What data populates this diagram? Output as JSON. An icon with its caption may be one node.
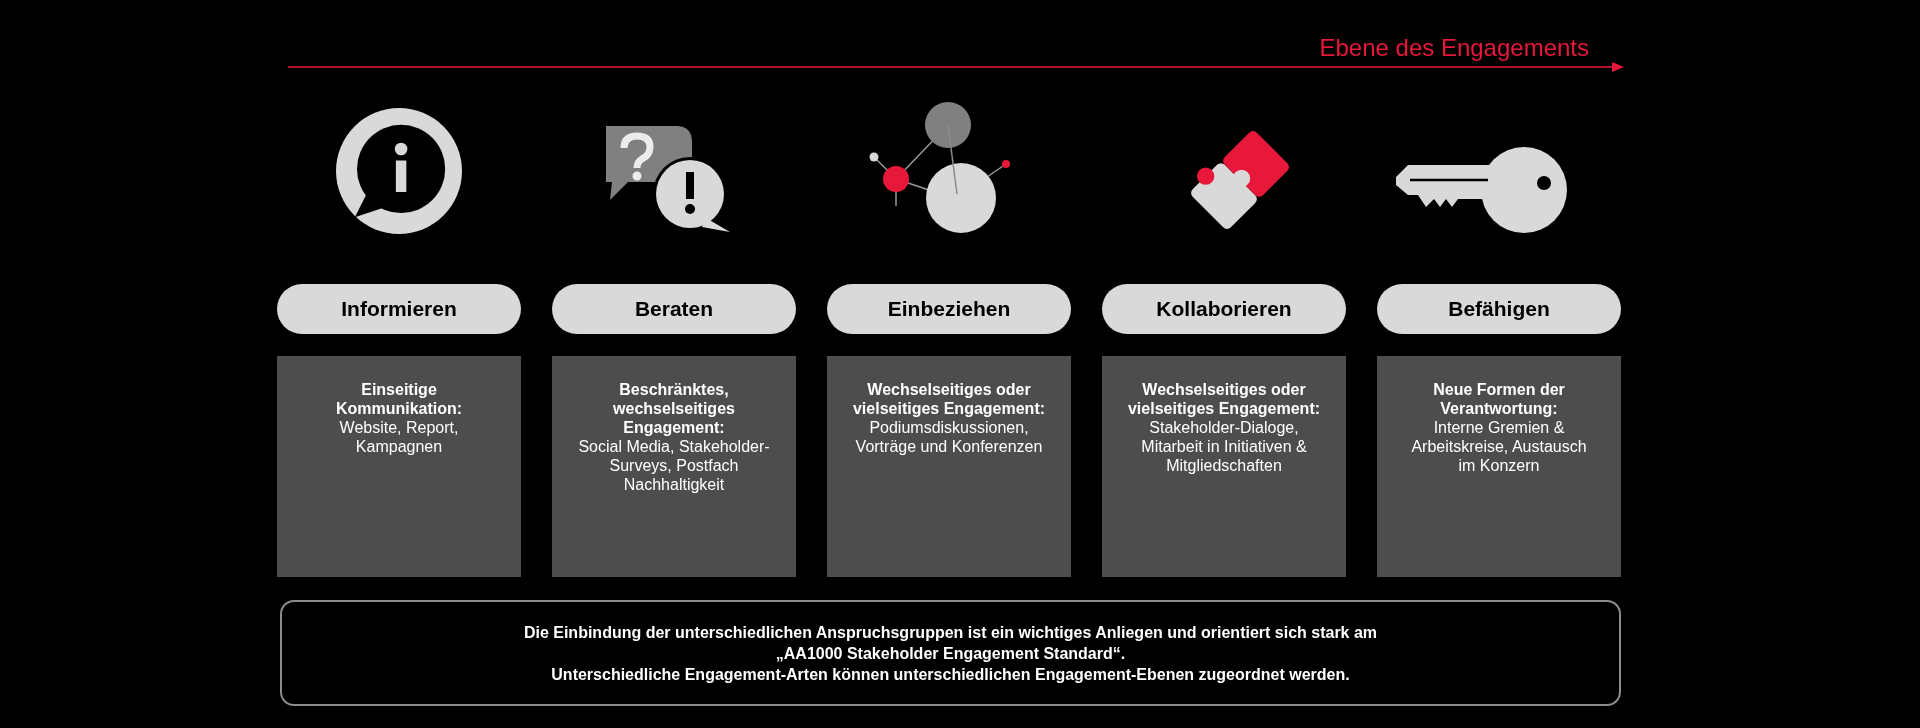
{
  "diagram": {
    "nodes": [
      {
        "text": [
          "Informieren"
        ]
      },
      {
        "text": [
          "Beraten"
        ]
      },
      {
        "text": [
          "Einbeziehen"
        ]
      },
      {
        "text": [
          "Kollaborieren"
        ]
      },
      {
        "text": [
          "Befähigen"
        ]
      },
      {
        "text": [
          "Einseitige Kommunikation:",
          "Website, Report, Kampagnen"
        ]
      },
      {
        "text": [
          "Beschränktes, wechselseitiges Engagement:",
          "Social Media, Stakeholder-Surveys, Postfach Nachhaltigkeit"
        ]
      },
      {
        "text": [
          "Wechselseitiges oder vielseitiges Engagement:",
          "Podiumsdiskussionen, Vorträge und Konferenzen"
        ]
      },
      {
        "text": [
          "Wechselseitiges oder vielseitiges Engagement:",
          "Stakeholder-Dialoge, Mitarbeit in Initiativen & Mitgliedschaften"
        ]
      },
      {
        "text": [
          "Neue Formen der Verantwortung:",
          "Interne Gremien & Arbeitskreise, Austausch im Konzern"
        ]
      },
      {
        "text": [
          "Die Einbindung der unterschiedlichen Anspruchsgruppen ist ein wichtiges Anliegen und orientiert sich stark am „AA1000 Stakeholder Engagement Standard“.",
          "Unterschiedliche Engagement-Arten können unterschiedlichen Engagement-Ebenen zugeordnet werden."
        ]
      }
    ],
    "labels": [
      "Ebene des Engagements"
    ]
  }
}
